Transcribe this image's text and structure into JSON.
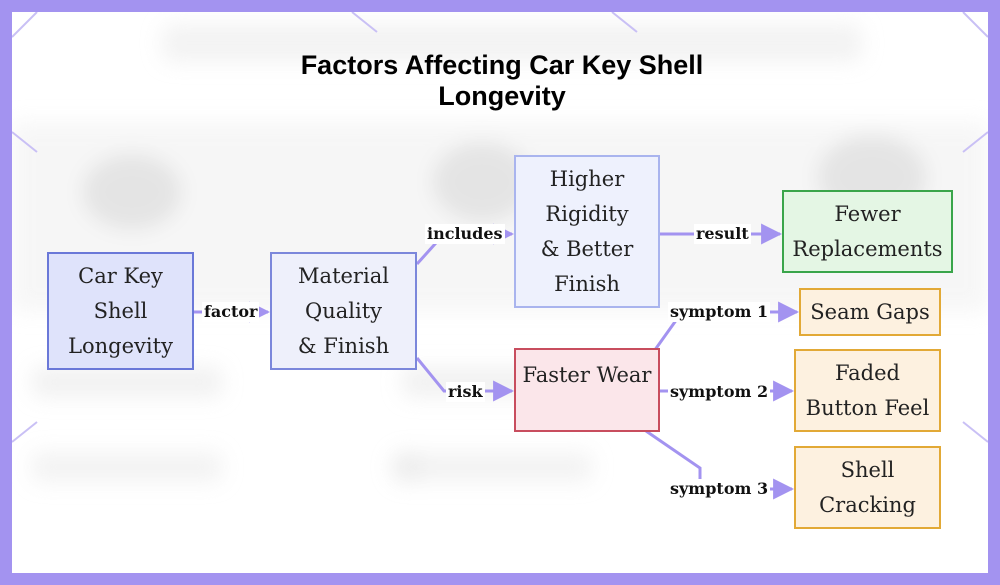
{
  "diagram": {
    "title_lines": [
      "Factors Affecting Car Key Shell",
      "Longevity"
    ],
    "nodes": {
      "longevity": [
        "Car Key",
        "Shell",
        "Longevity"
      ],
      "material": [
        "Material",
        "Quality",
        "& Finish"
      ],
      "rigidity": [
        "Higher",
        "Rigidity",
        "& Better",
        "Finish"
      ],
      "fewer": [
        "Fewer",
        "Replacements"
      ],
      "wear": [
        "Faster Wear"
      ],
      "seam": [
        "Seam Gaps"
      ],
      "faded": [
        "Faded",
        "Button Feel"
      ],
      "cracking": [
        "Shell",
        "Cracking"
      ]
    },
    "edge_labels": {
      "factor": "factor",
      "includes": "includes",
      "result": "result",
      "risk": "risk",
      "symptom1": "symptom 1",
      "symptom2": "symptom 2",
      "symptom3": "symptom 3"
    }
  },
  "colors": {
    "border_frame": "#a393f0",
    "edge": "#a393f0",
    "primary_fill": "#dfe3fb",
    "result_border": "#3aa54a",
    "risk_border": "#c84d5e",
    "symptom_border": "#e2a936"
  }
}
